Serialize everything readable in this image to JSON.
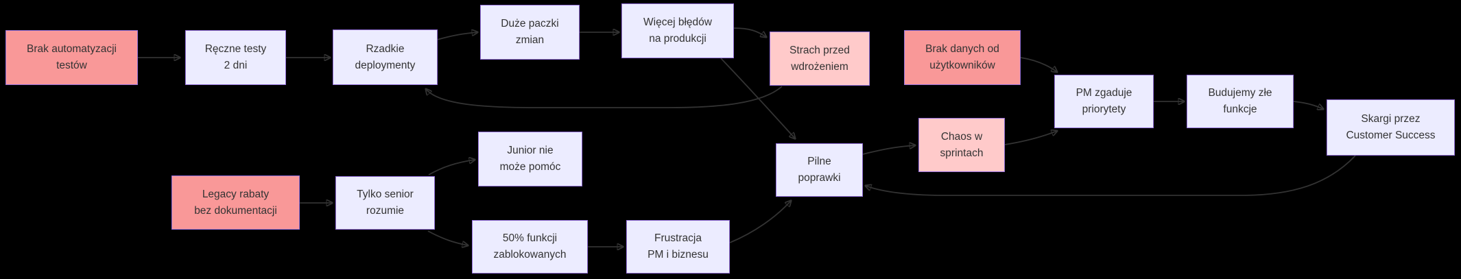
{
  "diagram": {
    "type": "flowchart",
    "direction": "left-to-right",
    "background": "#000000",
    "colors": {
      "node_default_fill": "#ECECFF",
      "node_cause_fill": "#f99898",
      "node_warning_fill": "#ffcaca",
      "node_border": "#9370DB",
      "edge": "#333333",
      "text": "#333333"
    },
    "nodes": [
      {
        "id": "brak-automatyzacji-testow",
        "label": "Brak automatyzacji\ntestów",
        "style": "cause"
      },
      {
        "id": "reczne-testy",
        "label": "Ręczne testy\n2 dni",
        "style": "default"
      },
      {
        "id": "rzadkie-deploymenty",
        "label": "Rzadkie\ndeploymenty",
        "style": "default"
      },
      {
        "id": "duze-paczki-zmian",
        "label": "Duże paczki\nzmian",
        "style": "default"
      },
      {
        "id": "wiecej-bledow-na-produkcji",
        "label": "Więcej błędów\nna produkcji",
        "style": "default"
      },
      {
        "id": "strach-przed-wdrozeniem",
        "label": "Strach przed\nwdrożeniem",
        "style": "warning"
      },
      {
        "id": "brak-danych-od-uzytkownikow",
        "label": "Brak danych od\nużytkowników",
        "style": "cause"
      },
      {
        "id": "pm-zgaduje-priorytety",
        "label": "PM zgaduje\npriorytety",
        "style": "default"
      },
      {
        "id": "budujemy-zle-funkcje",
        "label": "Budujemy złe\nfunkcje",
        "style": "default"
      },
      {
        "id": "skargi-customer-success",
        "label": "Skargi przez\nCustomer Success",
        "style": "default"
      },
      {
        "id": "junior-nie-moze-pomoc",
        "label": "Junior nie\nmoże pomóc",
        "style": "default"
      },
      {
        "id": "legacy-rabaty-bez-dokumentacji",
        "label": "Legacy rabaty\nbez dokumentacji",
        "style": "cause"
      },
      {
        "id": "tylko-senior-rozumie",
        "label": "Tylko senior\nrozumie",
        "style": "default"
      },
      {
        "id": "funkcje-zablokowane",
        "label": "50% funkcji\nzablokowanych",
        "style": "default"
      },
      {
        "id": "frustracja-pm-i-biznesu",
        "label": "Frustracja\nPM i biznesu",
        "style": "default"
      },
      {
        "id": "pilne-poprawki",
        "label": "Pilne\npoprawki",
        "style": "default"
      },
      {
        "id": "chaos-w-sprintach",
        "label": "Chaos w\nsprintach",
        "style": "warning"
      }
    ],
    "edges": [
      {
        "from": "brak-automatyzacji-testow",
        "to": "reczne-testy"
      },
      {
        "from": "reczne-testy",
        "to": "rzadkie-deploymenty"
      },
      {
        "from": "rzadkie-deploymenty",
        "to": "duze-paczki-zmian"
      },
      {
        "from": "duze-paczki-zmian",
        "to": "wiecej-bledow-na-produkcji"
      },
      {
        "from": "wiecej-bledow-na-produkcji",
        "to": "strach-przed-wdrozeniem"
      },
      {
        "from": "wiecej-bledow-na-produkcji",
        "to": "pilne-poprawki"
      },
      {
        "from": "strach-przed-wdrozeniem",
        "to": "rzadkie-deploymenty"
      },
      {
        "from": "brak-danych-od-uzytkownikow",
        "to": "pm-zgaduje-priorytety"
      },
      {
        "from": "pm-zgaduje-priorytety",
        "to": "budujemy-zle-funkcje"
      },
      {
        "from": "budujemy-zle-funkcje",
        "to": "skargi-customer-success"
      },
      {
        "from": "skargi-customer-success",
        "to": "pilne-poprawki"
      },
      {
        "from": "legacy-rabaty-bez-dokumentacji",
        "to": "tylko-senior-rozumie"
      },
      {
        "from": "tylko-senior-rozumie",
        "to": "junior-nie-moze-pomoc"
      },
      {
        "from": "tylko-senior-rozumie",
        "to": "funkcje-zablokowane"
      },
      {
        "from": "funkcje-zablokowane",
        "to": "frustracja-pm-i-biznesu"
      },
      {
        "from": "frustracja-pm-i-biznesu",
        "to": "pilne-poprawki"
      },
      {
        "from": "pilne-poprawki",
        "to": "chaos-w-sprintach"
      },
      {
        "from": "chaos-w-sprintach",
        "to": "pm-zgaduje-priorytety"
      }
    ]
  }
}
